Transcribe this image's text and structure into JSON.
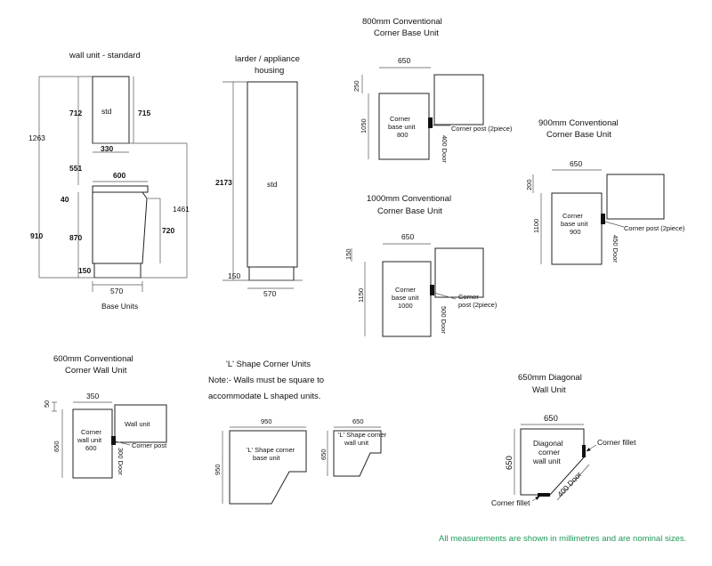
{
  "colors": {
    "lines": "#222222",
    "footer_text": "#1f9a5a",
    "background": "#ffffff"
  },
  "wall_unit": {
    "title": "wall unit - standard",
    "d_1263": "1263",
    "d_712": "712",
    "d_715": "715",
    "label_std": "std",
    "d_330": "330",
    "d_551": "551",
    "d_600": "600",
    "d_40": "40",
    "d_910": "910",
    "d_870": "870",
    "d_720": "720",
    "d_1461": "1461",
    "d_150": "150",
    "d_570": "570",
    "base_caption": "Base Units"
  },
  "larder": {
    "title_line1": "larder / appliance",
    "title_line2": "housing",
    "d_2173": "2173",
    "label_std": "std",
    "d_150": "150",
    "d_570": "570"
  },
  "corner_800": {
    "title_line1": "800mm Conventional",
    "title_line2": "Corner Base Unit",
    "d_650": "650",
    "d_250": "250",
    "d_1050": "1050",
    "unit_line1": "Corner",
    "unit_line2": "base unit",
    "unit_line3": "800",
    "post_label": "Corner post  (2piece)",
    "door_label": "400 Door"
  },
  "corner_900": {
    "title_line1": "900mm Conventional",
    "title_line2": "Corner Base Unit",
    "d_650": "650",
    "d_200": "200",
    "d_1100": "1100",
    "unit_line1": "Corner",
    "unit_line2": "base unit",
    "unit_line3": "900",
    "post_label": "Corner post  (2piece)",
    "door_label": "450 Door"
  },
  "corner_1000": {
    "title_line1": "1000mm Conventional",
    "title_line2": "Corner Base Unit",
    "d_650": "650",
    "d_150": "150",
    "d_1150": "1150",
    "unit_line1": "Corner",
    "unit_line2": "base unit",
    "unit_line3": "1000",
    "post_line1": "Corner",
    "post_line2": "post  (2piece)",
    "door_label": "500 Door"
  },
  "corner_wall_600": {
    "title_line1": "600mm Conventional",
    "title_line2": "Corner Wall Unit",
    "d_350": "350",
    "d_50": "50",
    "d_650": "650",
    "unit_line1": "Corner",
    "unit_line2": "wall unit",
    "unit_line3": "600",
    "wall_unit_label": "Wall unit",
    "post_label": "Corner post",
    "door_label": "300 Door"
  },
  "l_shape": {
    "title": "'L' Shape Corner Units",
    "note_line1": "Note:- Walls must be square to",
    "note_line2": "accommodate L shaped units.",
    "base_d_950_top": "950",
    "base_d_950_side": "950",
    "base_line1": "'L' Shape corner",
    "base_line2": "base unit",
    "wall_d_650_top": "650",
    "wall_d_650_side": "650",
    "wall_line1": "'L' Shape corner",
    "wall_line2": "wall unit"
  },
  "diagonal_650": {
    "title_line1": "650mm Diagonal",
    "title_line2": "Wall Unit",
    "d_650_top": "650",
    "d_650_side": "650",
    "unit_line1": "Diagonal",
    "unit_line2": "corner",
    "unit_line3": "wall unit",
    "fillet_top": "Corner fillet",
    "fillet_bottom": "Corner fillet",
    "door_label": "400 Door"
  },
  "footer": "All measurements are shown in millimetres and are nominal sizes."
}
